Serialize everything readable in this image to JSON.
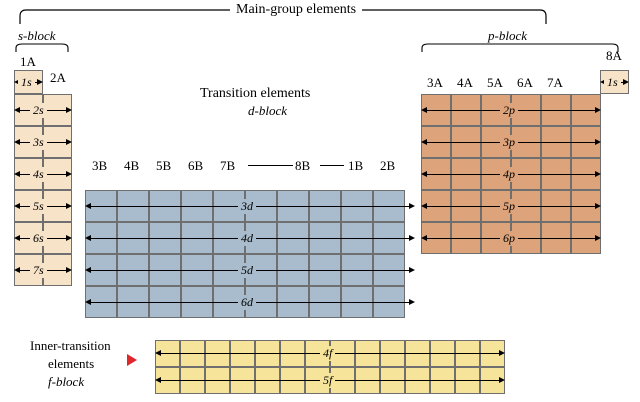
{
  "title": "Main-group elements",
  "headings": {
    "s_block": "s-block",
    "p_block": "p-block",
    "transition": "Transition elements",
    "d_block": "d-block",
    "inner_transition_line1": "Inner-transition",
    "inner_transition_line2": "elements",
    "f_block": "f-block"
  },
  "group_labels_left": [
    "1A",
    "2A"
  ],
  "group_labels_d": [
    "3B",
    "4B",
    "5B",
    "6B",
    "7B",
    "8B",
    "1B",
    "2B"
  ],
  "group_labels_p": [
    "3A",
    "4A",
    "5A",
    "6A",
    "7A",
    "8A"
  ],
  "orbital_labels": {
    "s": [
      "1s",
      "2s",
      "3s",
      "4s",
      "5s",
      "6s",
      "7s"
    ],
    "p": [
      "1s",
      "2p",
      "3p",
      "4p",
      "5p",
      "6p"
    ],
    "d": [
      "3d",
      "4d",
      "5d",
      "6d"
    ],
    "f": [
      "4f",
      "5f"
    ]
  },
  "colors": {
    "s_block": "#f6e3c8",
    "p_block": "#dda37a",
    "d_block": "#a9bccd",
    "f_block": "#f6e49a",
    "grid_line": "#6f6f6f",
    "pointer": "#e0262b",
    "text": "#000000"
  }
}
